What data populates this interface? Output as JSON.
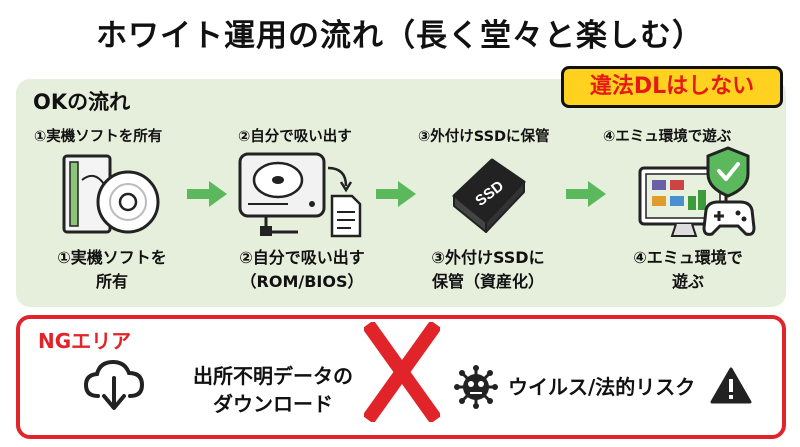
{
  "title": "ホワイト運用の流れ（長く堂々と楽しむ）",
  "ok": {
    "heading": "OKの流れ",
    "badge": "違法DLはしない",
    "steps": [
      {
        "label": "①実機ソフトを所有",
        "sub_line1": "①実機ソフトを",
        "sub_line2": "所有",
        "icon": "disc-case-icon"
      },
      {
        "label": "②自分で吸い出す",
        "sub_line1": "②自分で吸い出す",
        "sub_line2": "（ROM/BIOS）",
        "icon": "disc-drive-icon"
      },
      {
        "label": "③外付けSSDに保管",
        "sub_line1": "③外付けSSDに",
        "sub_line2": "保管（資産化）",
        "icon": "ssd-icon",
        "ssd_text": "SSD"
      },
      {
        "label": "④エミュ環境で遊ぶ",
        "sub_line1": "④エミュ環境で",
        "sub_line2": "遊ぶ",
        "icon": "monitor-shield-gamepad-icon"
      }
    ]
  },
  "ng": {
    "heading": "NGエリア",
    "download_line1": "出所不明データの",
    "download_line2": "ダウンロード",
    "risk": "ウイルス/法的リスク"
  },
  "colors": {
    "ok_panel": "#e6efdc",
    "arrow_green": "#5cb85c",
    "badge_yellow": "#ffd21f",
    "badge_text": "#e51a14",
    "ng_red": "#e0242a"
  }
}
